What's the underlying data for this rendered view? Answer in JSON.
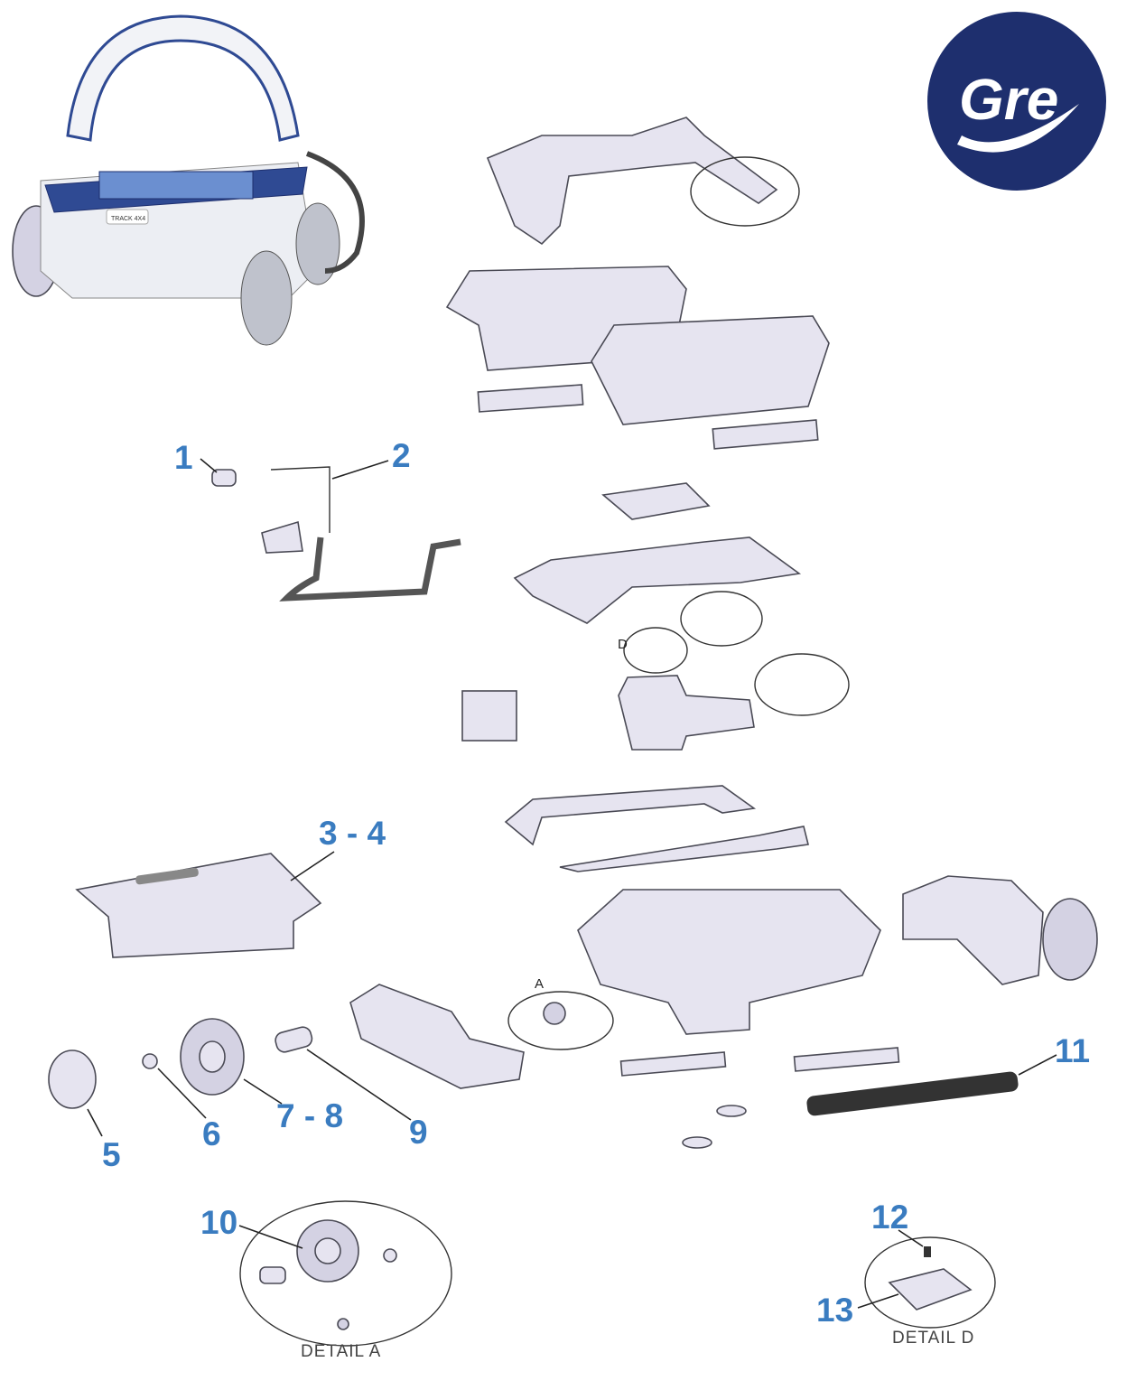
{
  "brand": {
    "logo_text": "Gre",
    "color": "#1e2f6e"
  },
  "product_badge": "TRACK 4X4",
  "label_color": "#3a7cc0",
  "callouts": [
    {
      "id": "1",
      "label": "1"
    },
    {
      "id": "2",
      "label": "2"
    },
    {
      "id": "3-4",
      "label": "3 - 4"
    },
    {
      "id": "5",
      "label": "5"
    },
    {
      "id": "6",
      "label": "6"
    },
    {
      "id": "7-8",
      "label": "7 - 8"
    },
    {
      "id": "9",
      "label": "9"
    },
    {
      "id": "10",
      "label": "10"
    },
    {
      "id": "11",
      "label": "11"
    },
    {
      "id": "12",
      "label": "12"
    },
    {
      "id": "13",
      "label": "13"
    }
  ],
  "details": {
    "a_title": "DETAIL A",
    "d_title": "DETAIL D",
    "a_marker": "A",
    "d_marker": "D"
  }
}
